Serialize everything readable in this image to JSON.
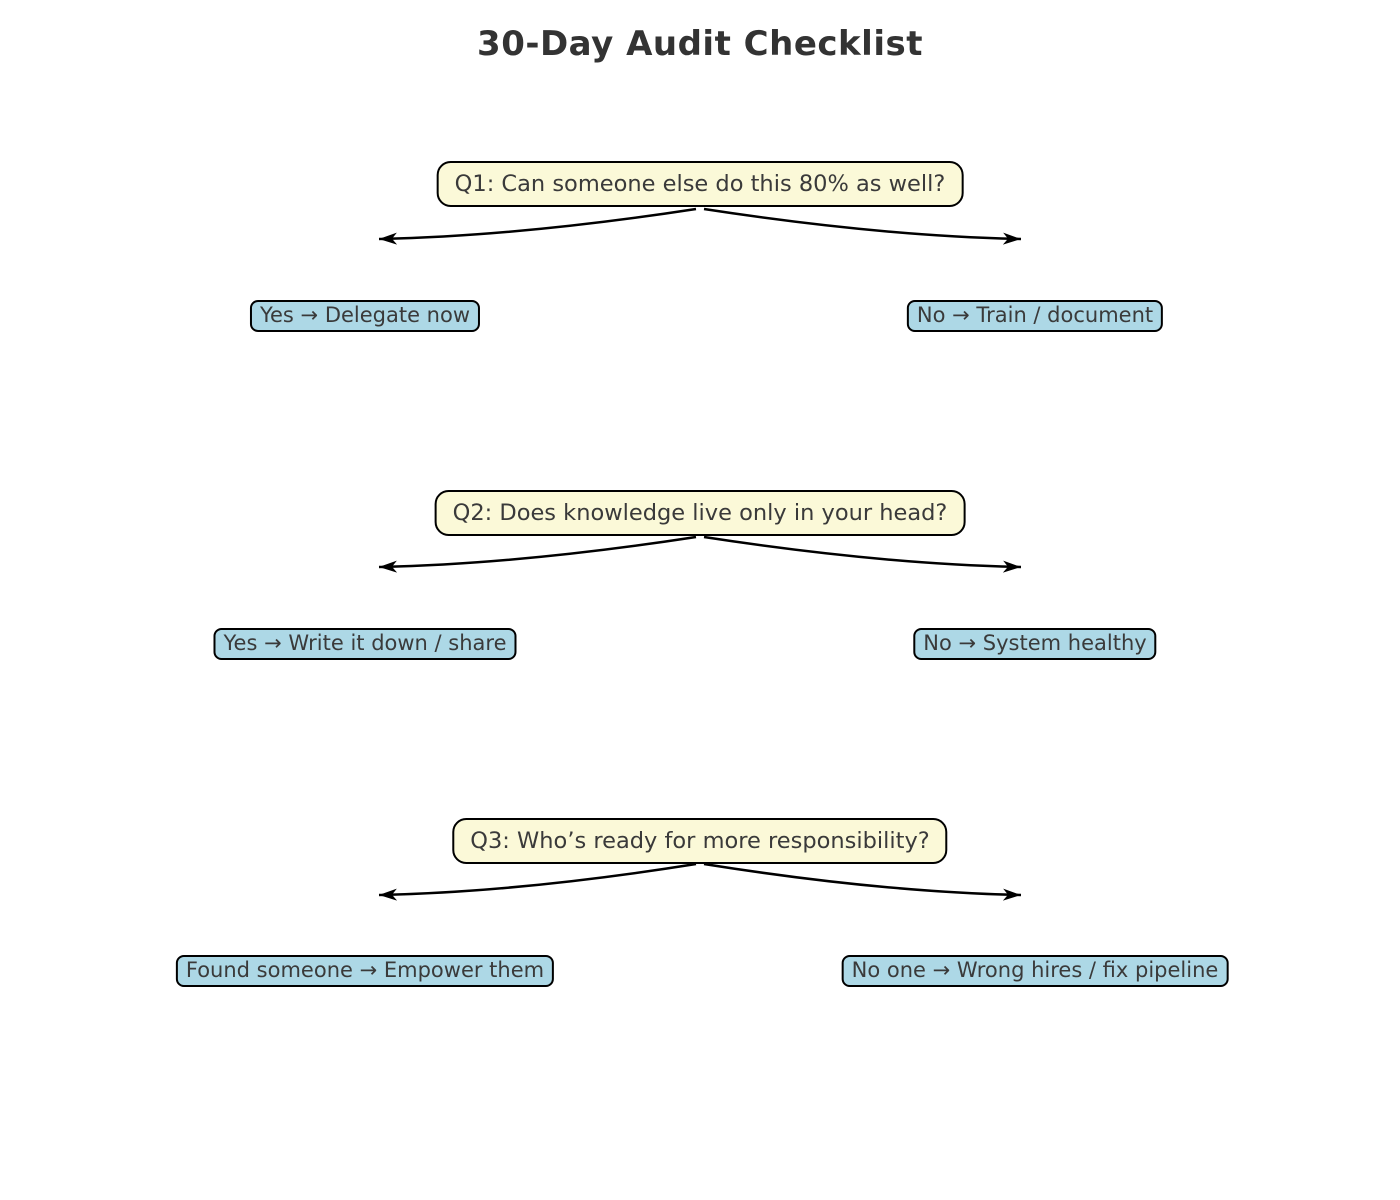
{
  "title": "30-Day Audit Checklist",
  "colors": {
    "title_text": "#333333",
    "node_text": "#3a3a3a",
    "question_fill": "#fbf9d8",
    "answer_fill": "#add8e6",
    "border": "#000000"
  },
  "flow": {
    "questions": [
      {
        "label": "Q1: Can someone else do this 80% as well?",
        "answers": [
          {
            "label": "Yes → Delegate now"
          },
          {
            "label": "No → Train / document"
          }
        ]
      },
      {
        "label": "Q2: Does knowledge live only in your head?",
        "answers": [
          {
            "label": "Yes → Write it down / share"
          },
          {
            "label": "No → System healthy"
          }
        ]
      },
      {
        "label": "Q3: Who’s ready for more responsibility?",
        "answers": [
          {
            "label": "Found someone → Empower them"
          },
          {
            "label": "No one → Wrong hires / fix pipeline"
          }
        ]
      }
    ]
  }
}
